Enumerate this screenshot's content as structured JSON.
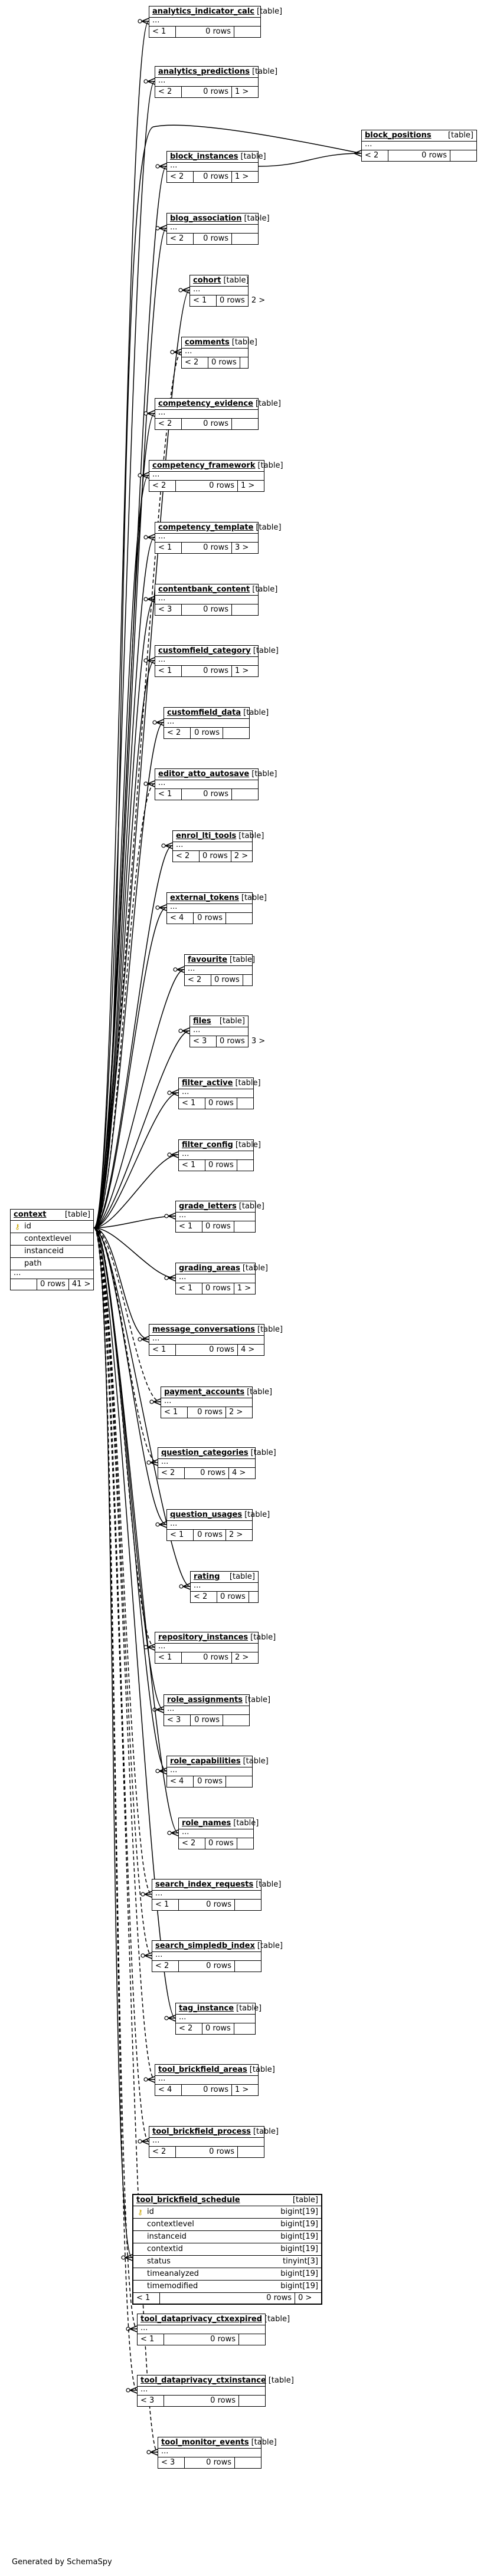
{
  "footer": "Generated by SchemaSpy",
  "table_tag": "[table]",
  "ellipsis": "...",
  "rows_suffix": "0 rows",
  "context": {
    "name": "context",
    "columns": [
      {
        "name": "id",
        "pk": true
      },
      {
        "name": "contextlevel"
      },
      {
        "name": "instanceid"
      },
      {
        "name": "path"
      }
    ],
    "rows": "0 rows",
    "in": "",
    "out": "41 >"
  },
  "tool_brickfield_schedule": {
    "name": "tool_brickfield_schedule",
    "columns": [
      {
        "name": "id",
        "type": "bigint[19]",
        "pk": true
      },
      {
        "name": "contextlevel",
        "type": "bigint[19]"
      },
      {
        "name": "instanceid",
        "type": "bigint[19]"
      },
      {
        "name": "contextid",
        "type": "bigint[19]"
      },
      {
        "name": "status",
        "type": "tinyint[3]"
      },
      {
        "name": "timeanalyzed",
        "type": "bigint[19]"
      },
      {
        "name": "timemodified",
        "type": "bigint[19]"
      }
    ],
    "in": "< 1",
    "rows": "0 rows",
    "out": "0 >"
  },
  "block_positions": {
    "name": "block_positions",
    "in": "< 2",
    "rows": "0 rows",
    "out": ""
  },
  "tables": [
    {
      "name": "analytics_indicator_calc",
      "in": "< 1",
      "rows": "0 rows",
      "out": ""
    },
    {
      "name": "analytics_predictions",
      "in": "< 2",
      "rows": "0 rows",
      "out": "1 >"
    },
    {
      "name": "block_instances",
      "in": "< 2",
      "rows": "0 rows",
      "out": "1 >"
    },
    {
      "name": "blog_association",
      "in": "< 2",
      "rows": "0 rows",
      "out": ""
    },
    {
      "name": "cohort",
      "in": "< 1",
      "rows": "0 rows",
      "out": "2 >"
    },
    {
      "name": "comments",
      "in": "< 2",
      "rows": "0 rows",
      "out": ""
    },
    {
      "name": "competency_evidence",
      "in": "< 2",
      "rows": "0 rows",
      "out": ""
    },
    {
      "name": "competency_framework",
      "in": "< 2",
      "rows": "0 rows",
      "out": "1 >"
    },
    {
      "name": "competency_template",
      "in": "< 1",
      "rows": "0 rows",
      "out": "3 >"
    },
    {
      "name": "contentbank_content",
      "in": "< 3",
      "rows": "0 rows",
      "out": ""
    },
    {
      "name": "customfield_category",
      "in": "< 1",
      "rows": "0 rows",
      "out": "1 >"
    },
    {
      "name": "customfield_data",
      "in": "< 2",
      "rows": "0 rows",
      "out": ""
    },
    {
      "name": "editor_atto_autosave",
      "in": "< 1",
      "rows": "0 rows",
      "out": ""
    },
    {
      "name": "enrol_lti_tools",
      "in": "< 2",
      "rows": "0 rows",
      "out": "2 >"
    },
    {
      "name": "external_tokens",
      "in": "< 4",
      "rows": "0 rows",
      "out": ""
    },
    {
      "name": "favourite",
      "in": "< 2",
      "rows": "0 rows",
      "out": ""
    },
    {
      "name": "files",
      "in": "< 3",
      "rows": "0 rows",
      "out": "3 >"
    },
    {
      "name": "filter_active",
      "in": "< 1",
      "rows": "0 rows",
      "out": ""
    },
    {
      "name": "filter_config",
      "in": "< 1",
      "rows": "0 rows",
      "out": ""
    },
    {
      "name": "grade_letters",
      "in": "< 1",
      "rows": "0 rows",
      "out": ""
    },
    {
      "name": "grading_areas",
      "in": "< 1",
      "rows": "0 rows",
      "out": "1 >"
    },
    {
      "name": "message_conversations",
      "in": "< 1",
      "rows": "0 rows",
      "out": "4 >"
    },
    {
      "name": "payment_accounts",
      "in": "< 1",
      "rows": "0 rows",
      "out": "2 >"
    },
    {
      "name": "question_categories",
      "in": "< 2",
      "rows": "0 rows",
      "out": "4 >"
    },
    {
      "name": "question_usages",
      "in": "< 1",
      "rows": "0 rows",
      "out": "2 >"
    },
    {
      "name": "rating",
      "in": "< 2",
      "rows": "0 rows",
      "out": ""
    },
    {
      "name": "repository_instances",
      "in": "< 1",
      "rows": "0 rows",
      "out": "2 >"
    },
    {
      "name": "role_assignments",
      "in": "< 3",
      "rows": "0 rows",
      "out": ""
    },
    {
      "name": "role_capabilities",
      "in": "< 4",
      "rows": "0 rows",
      "out": ""
    },
    {
      "name": "role_names",
      "in": "< 2",
      "rows": "0 rows",
      "out": ""
    },
    {
      "name": "search_index_requests",
      "in": "< 1",
      "rows": "0 rows",
      "out": ""
    },
    {
      "name": "search_simpledb_index",
      "in": "< 2",
      "rows": "0 rows",
      "out": ""
    },
    {
      "name": "tag_instance",
      "in": "< 2",
      "rows": "0 rows",
      "out": ""
    },
    {
      "name": "tool_brickfield_areas",
      "in": "< 4",
      "rows": "0 rows",
      "out": "1 >"
    },
    {
      "name": "tool_brickfield_process",
      "in": "< 2",
      "rows": "0 rows",
      "out": ""
    },
    {
      "name": "tool_dataprivacy_ctxexpired",
      "in": "< 1",
      "rows": "0 rows",
      "out": ""
    },
    {
      "name": "tool_dataprivacy_ctxinstance",
      "in": "< 3",
      "rows": "0 rows",
      "out": ""
    },
    {
      "name": "tool_monitor_events",
      "in": "< 3",
      "rows": "0 rows",
      "out": ""
    }
  ]
}
